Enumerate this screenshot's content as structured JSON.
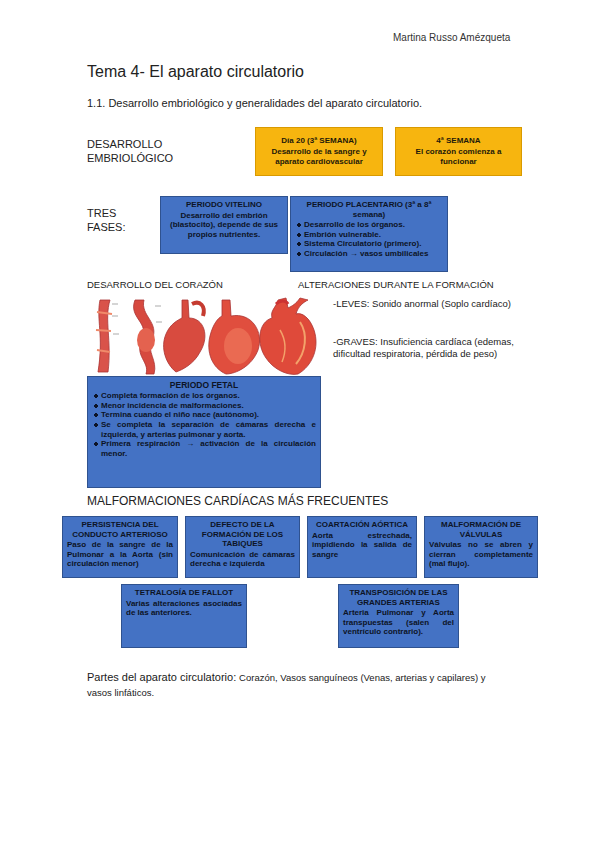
{
  "diagram": {
    "title": "Tema 4- El aparato circulatorio",
    "nodes": [
      {
        "text": [
          "Día 20 (3ª SEMANA)",
          "Desarrollo de la sangre y aparato cardiovascular"
        ]
      },
      {
        "text": [
          "4ª SEMANA",
          "El corazón comienza a funcionar"
        ]
      },
      {
        "text": [
          "PERIODO VITELINO",
          "Desarrollo del embrión (blastocito), depende de sus propios nutrientes."
        ]
      },
      {
        "text": [
          "PERIODO PLACENTARIO (3ª a 8ª semana)",
          "Desarrollo de los órganos.",
          "Embrión vulnerable.",
          "Sistema Circulatorio (primero).",
          "Circulación → vasos umbilicales"
        ]
      },
      {
        "text": [
          "PERIODO FETAL",
          "Completa formación de los órganos.",
          "Menor incidencia de malformaciones.",
          "Termina cuando el niño nace (autónomo).",
          "Se completa la separación de cámaras derecha e izquierda, y arterias pulmonar y aorta.",
          "Primera respiración → activación de la circulación menor."
        ]
      },
      {
        "text": [
          "PERSISTENCIA DEL CONDUCTO ARTERIOSO",
          "Paso de la sangre de la Pulmonar a la Aorta (sin circulación menor)"
        ]
      },
      {
        "text": [
          "DEFECTO DE LA FORMACIÓN DE LOS TABIQUES",
          "Comunicación de cámaras derecha e izquierda"
        ]
      },
      {
        "text": [
          "COARTACIÓN AÓRTICA",
          "Aorta estrechada, impidiendo la salida de sangre"
        ]
      },
      {
        "text": [
          "MALFORMACIÓN DE VÁLVULAS",
          "Válvulas no se abren y cierran completamente (mal flujo)."
        ]
      },
      {
        "text": [
          "TETRALOGÍA DE FALLOT",
          "Varias alteraciones asociadas de las anteriores."
        ]
      },
      {
        "text": [
          "TRANSPOSICIÓN DE LAS GRANDES ARTERIAS",
          "Arteria Pulmonar y Aorta transpuestas (salen del ventrículo contrario)."
        ]
      }
    ],
    "labels": [
      "Martina Russo Amézqueta",
      "1.1. Desarrollo embriológico y generalidades del aparato circulatorio.",
      "DESARROLLO EMBRIOLÓGICO",
      "TRES FASES:",
      "DESARROLLO DEL CORAZÓN",
      "ALTERACIONES DURANTE LA FORMACIÓN",
      "-LEVES: Sonido anormal (Soplo cardíaco)",
      "-GRAVES: Insuficiencia cardíaca (edemas, dificultad respiratoria, pérdida de peso)",
      "MALFORMACIONES CARDÍACAS MÁS FRECUENTES",
      "Partes del aparato circulatorio:",
      "Corazón, Vasos sanguíneos (Venas, arterias y capilares) y vasos linfáticos."
    ]
  }
}
